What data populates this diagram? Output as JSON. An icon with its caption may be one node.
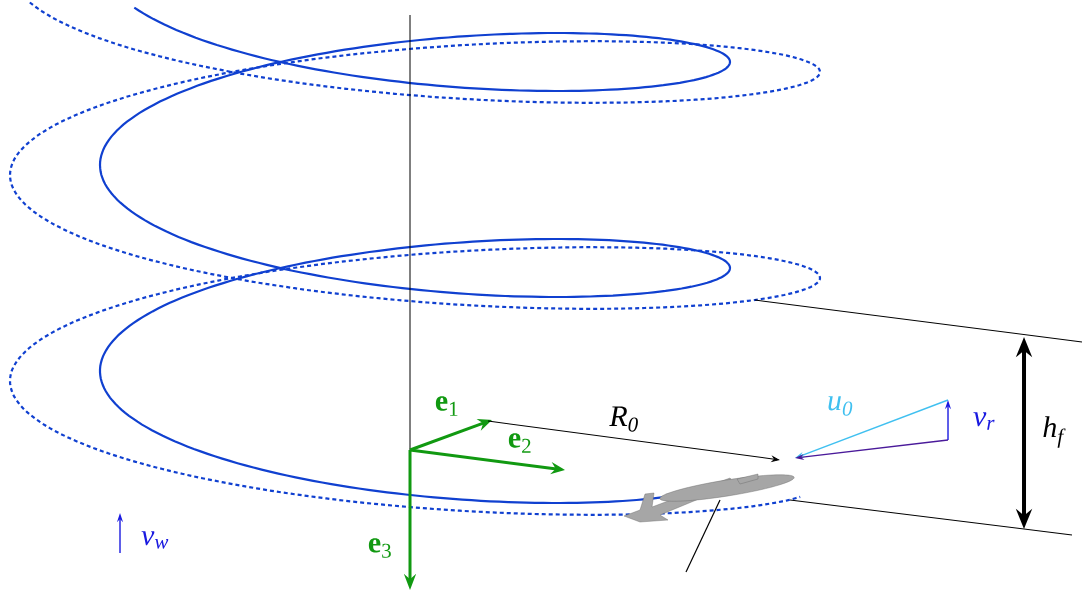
{
  "diagram": {
    "labels": [
      "**e**$_{1}$",
      "**e**$_{2}$",
      "**e**$_{3}$",
      "R$_{0}$",
      "u$_{0}$",
      "v$_{r}$",
      "h$_{f}$",
      "v$_{w}$"
    ]
  }
}
